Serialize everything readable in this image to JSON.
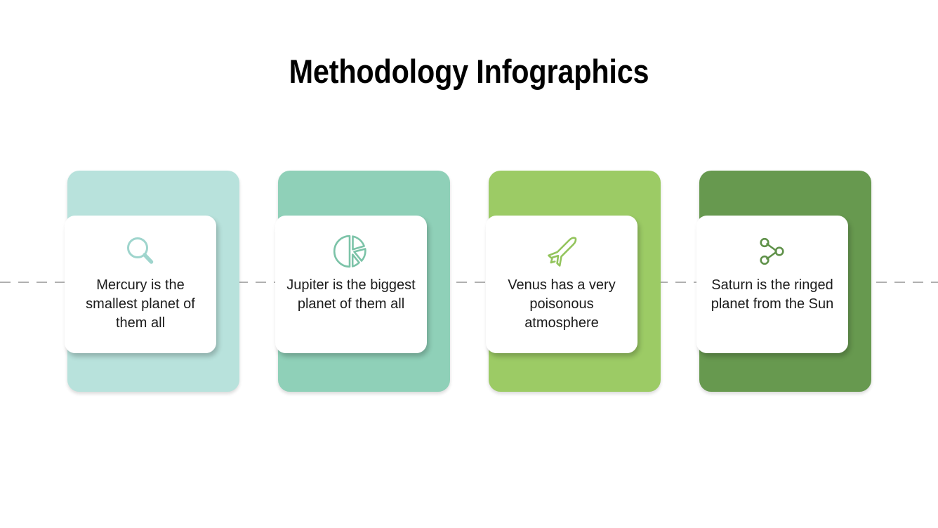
{
  "slide": {
    "title": "Methodology Infographics",
    "background_color": "#ffffff",
    "connector": {
      "style": "dashed",
      "color": "#b0b0b0"
    }
  },
  "cards": [
    {
      "id": "card-mercury",
      "icon": "magnifier-icon",
      "text": "Mercury is the smallest planet of them all",
      "accent_color": "#b8e2dc",
      "icon_color": "#9fd5cd"
    },
    {
      "id": "card-jupiter",
      "icon": "pie-chart-icon",
      "text": "Jupiter is the biggest planet of them all",
      "accent_color": "#8fd0b8",
      "icon_color": "#7cc3a8"
    },
    {
      "id": "card-venus",
      "icon": "airplane-icon",
      "text": "Venus has a very poisonous atmosphere",
      "accent_color": "#9ccb65",
      "icon_color": "#93c45c"
    },
    {
      "id": "card-saturn",
      "icon": "share-nodes-icon",
      "text": "Saturn is the ringed planet from the Sun",
      "accent_color": "#67994f",
      "icon_color": "#5f9149"
    }
  ]
}
